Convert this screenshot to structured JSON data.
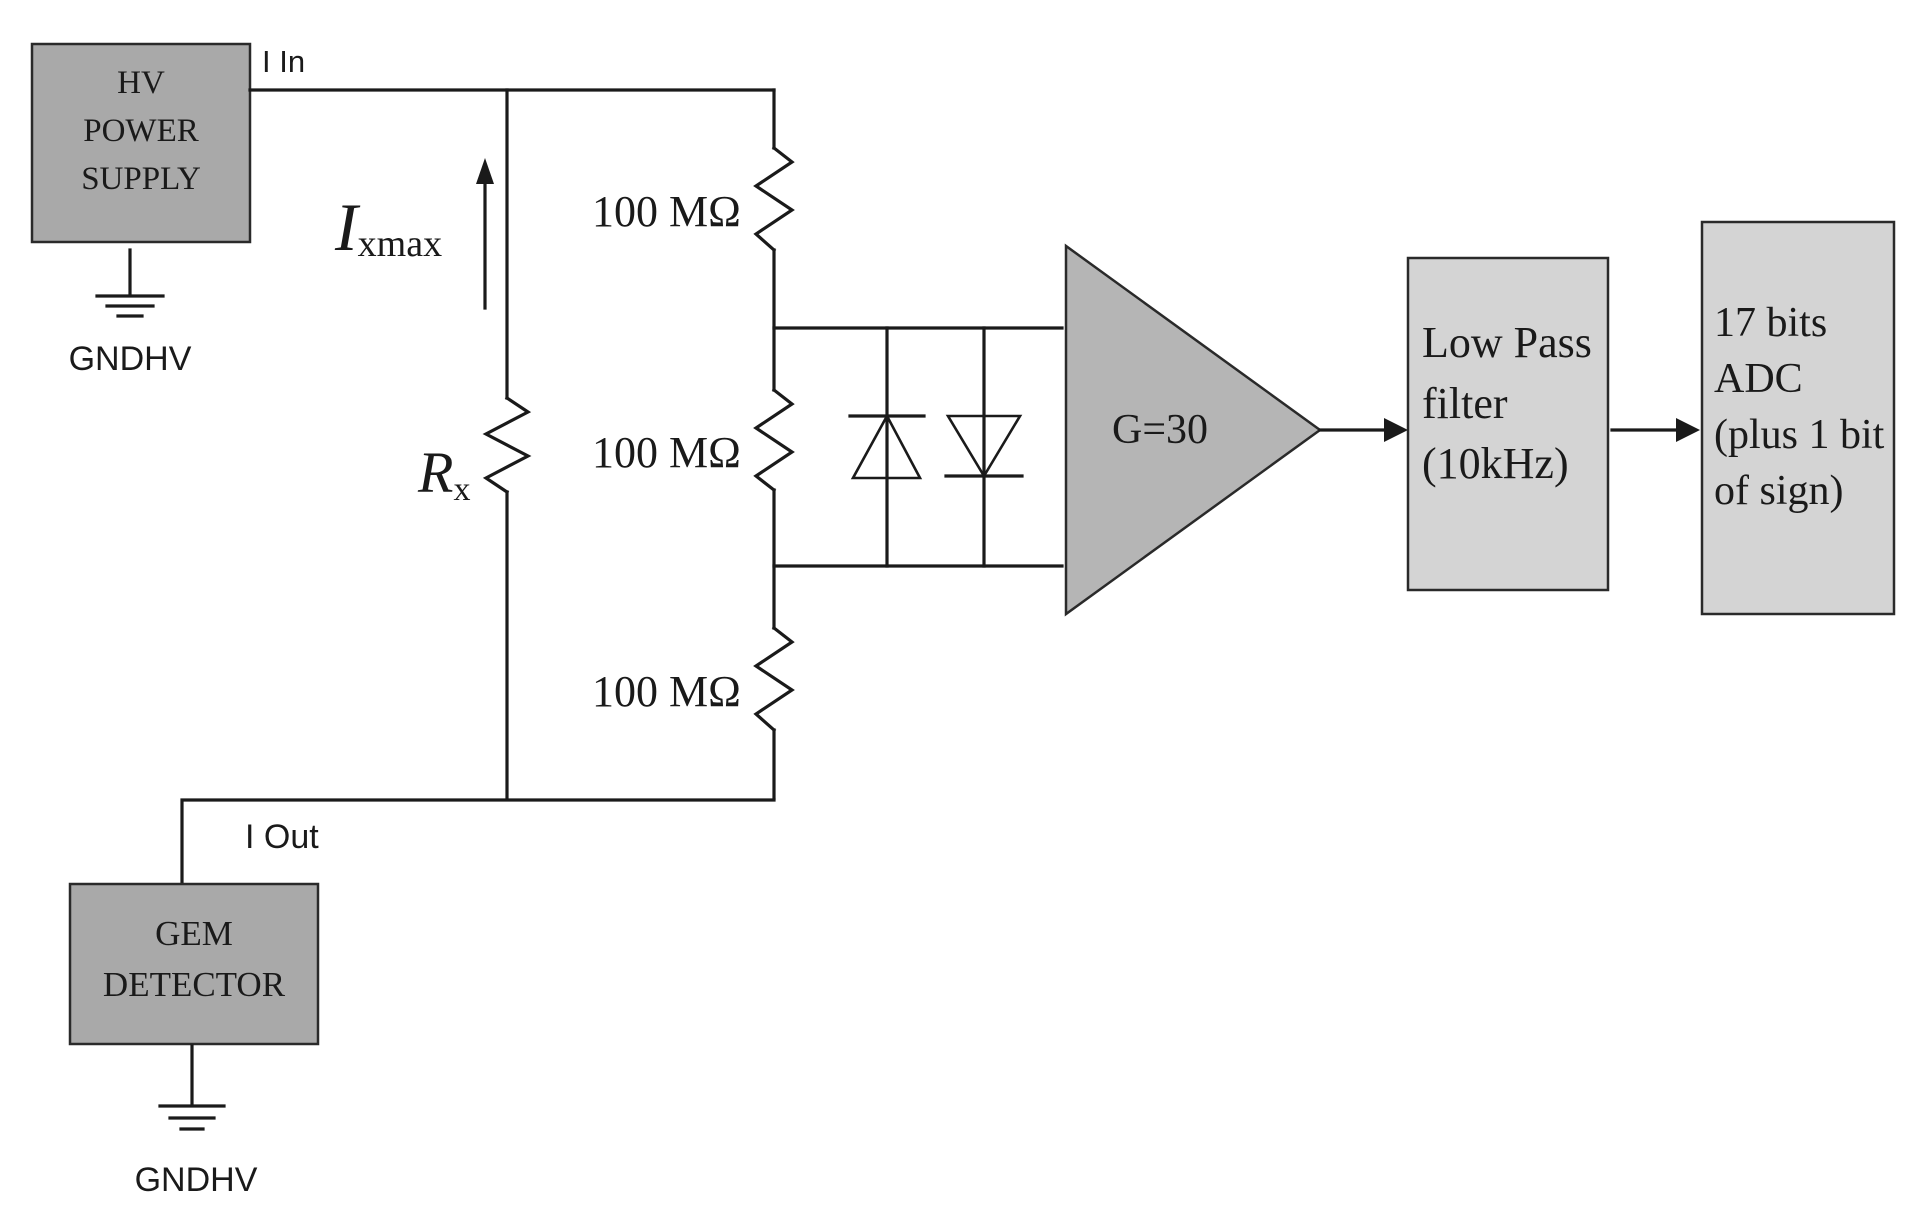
{
  "blocks": {
    "hv_supply": {
      "lines": [
        "HV",
        "POWER",
        "SUPPLY"
      ]
    },
    "gem_detector": {
      "lines": [
        "GEM",
        "DETECTOR"
      ]
    },
    "amplifier": {
      "label": "G=30"
    },
    "low_pass_filter": {
      "lines": [
        "Low Pass",
        "filter",
        "(10kHz)"
      ]
    },
    "adc": {
      "lines": [
        "17 bits",
        "ADC",
        "(plus 1 bit",
        "of sign)"
      ]
    }
  },
  "labels": {
    "i_in": "I In",
    "i_out": "I Out",
    "gnd_top": "GNDHV",
    "gnd_bottom": "GNDHV",
    "current_symbol": "I",
    "current_subscript": "xmax",
    "rx_symbol": "R",
    "rx_subscript": "x",
    "res_top": "100 MΩ",
    "res_middle": "100 MΩ",
    "res_bottom": "100 MΩ"
  },
  "colors": {
    "block_dark": "#a9a9a9",
    "block_light": "#d4d4d4",
    "line": "#1a1a1a"
  }
}
